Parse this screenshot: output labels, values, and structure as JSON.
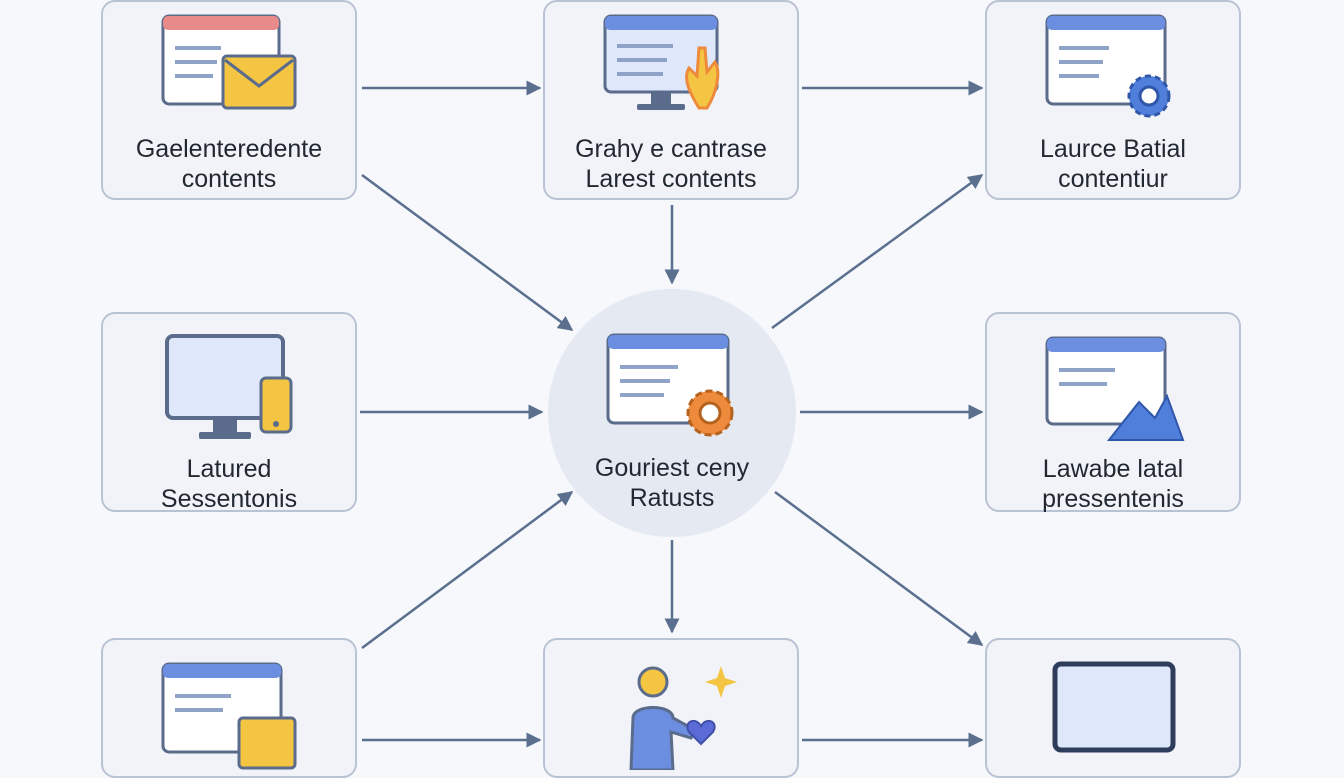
{
  "nodes": [
    {
      "id": "n1",
      "lines": [
        "Gaelenteredente",
        "contents"
      ],
      "icon": "browser-envelope-icon"
    },
    {
      "id": "n2",
      "lines": [
        "Grahy e cantrase",
        "Larest contents"
      ],
      "icon": "monitor-hand-icon"
    },
    {
      "id": "n3",
      "lines": [
        "Laurce Batial",
        "contentiur"
      ],
      "icon": "browser-gear-icon"
    },
    {
      "id": "n4",
      "lines": [
        "Latured",
        "Sessentonis"
      ],
      "icon": "monitor-phone-icon"
    },
    {
      "id": "hub",
      "lines": [
        "Gouriest ceny",
        "Ratusts"
      ],
      "icon": "browser-gear-icon"
    },
    {
      "id": "n6",
      "lines": [
        "Lawabe latal",
        "pressentenis"
      ],
      "icon": "browser-mountain-icon"
    },
    {
      "id": "n7",
      "lines": [],
      "icon": "browser-folder-icon"
    },
    {
      "id": "n8",
      "lines": [],
      "icon": "person-heart-sparkle-icon"
    },
    {
      "id": "n9",
      "lines": [],
      "icon": "monitor-icon"
    }
  ],
  "colors": {
    "arrow": "#5b6f8f",
    "node_border": "#b9c3d4",
    "browser_bar": "#6b8ee0",
    "icon_yellow": "#f4c542",
    "icon_orange": "#ee8a3c"
  }
}
